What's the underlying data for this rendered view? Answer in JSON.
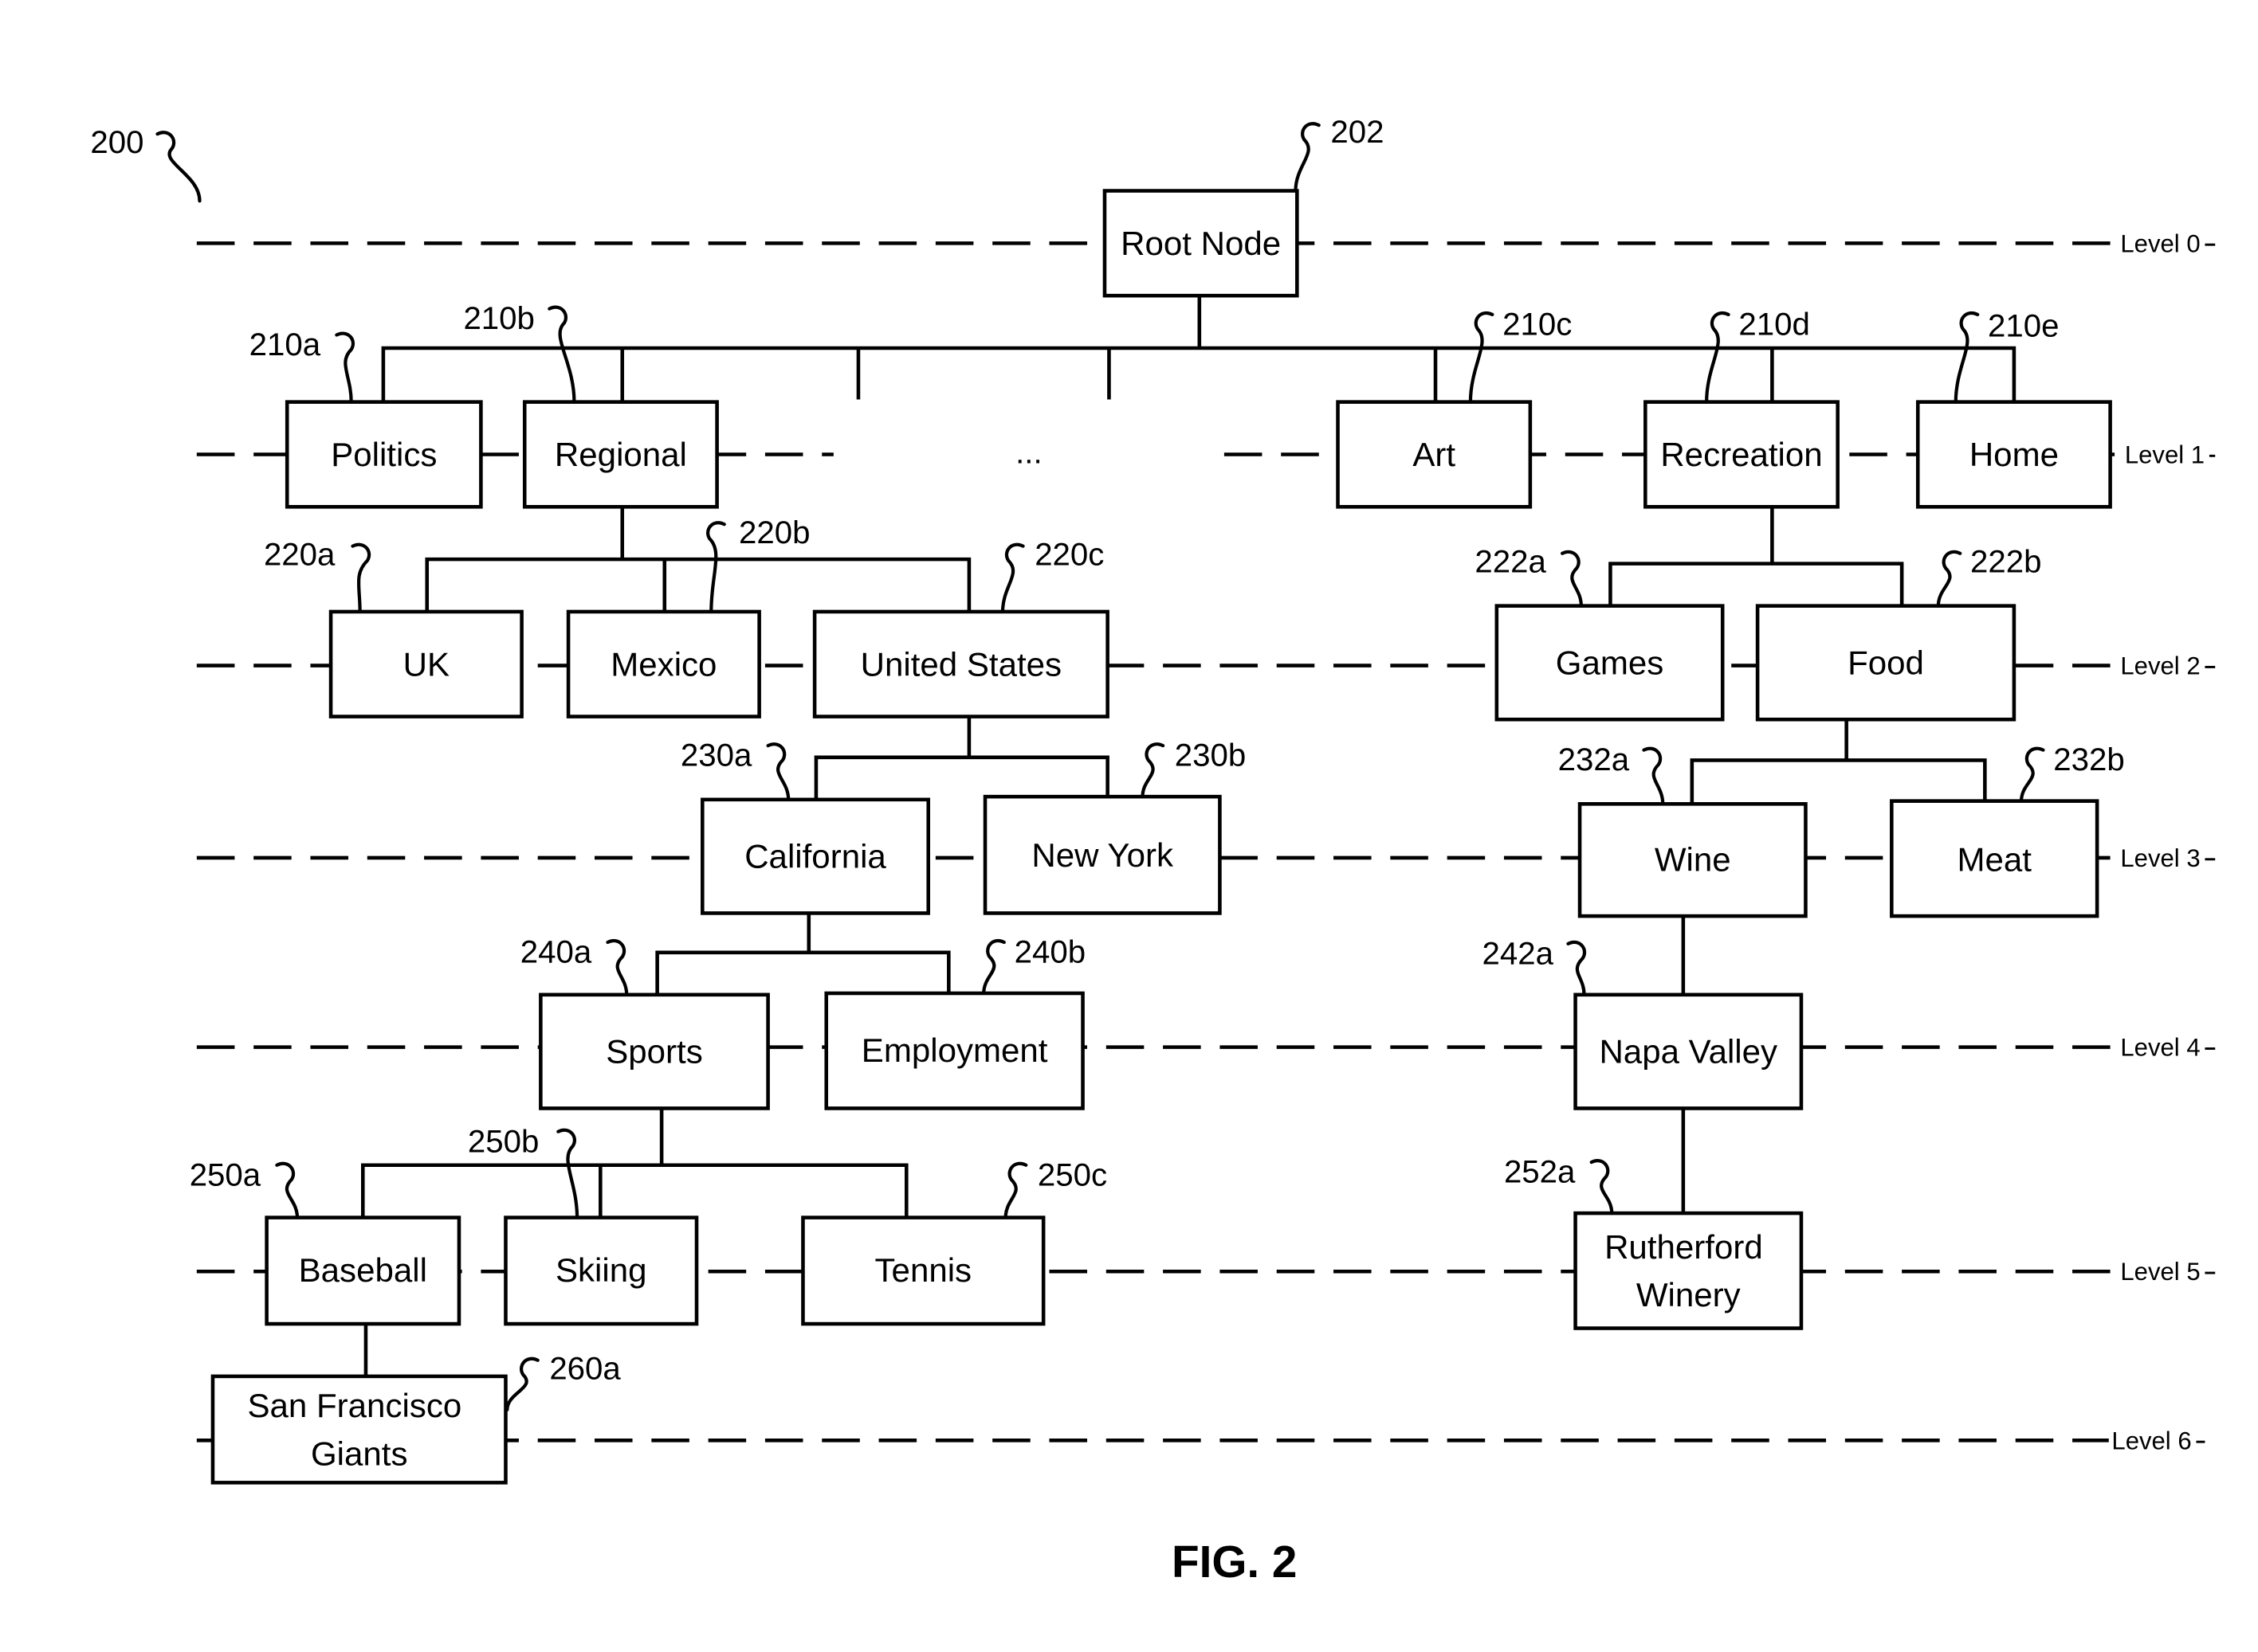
{
  "colors": {
    "line": "#000000",
    "background": "#ffffff"
  },
  "figure": {
    "ref": "200",
    "caption": "FIG. 2"
  },
  "levels": [
    "Level 0",
    "Level 1",
    "Level 2",
    "Level 3",
    "Level 4",
    "Level 5",
    "Level 6"
  ],
  "ellipsis": "...",
  "nodes": {
    "root_node": {
      "label": "Root Node",
      "ref": "202"
    },
    "politics": {
      "label": "Politics",
      "ref": "210a"
    },
    "regional": {
      "label": "Regional",
      "ref": "210b"
    },
    "art": {
      "label": "Art",
      "ref": "210c"
    },
    "recreation": {
      "label": "Recreation",
      "ref": "210d"
    },
    "home": {
      "label": "Home",
      "ref": "210e"
    },
    "uk": {
      "label": "UK",
      "ref": "220a"
    },
    "mexico": {
      "label": "Mexico",
      "ref": "220b"
    },
    "united_states": {
      "label": "United States",
      "ref": "220c"
    },
    "games": {
      "label": "Games",
      "ref": "222a"
    },
    "food": {
      "label": "Food",
      "ref": "222b"
    },
    "california": {
      "label": "California",
      "ref": "230a"
    },
    "new_york": {
      "label": "New York",
      "ref": "230b"
    },
    "wine": {
      "label": "Wine",
      "ref": "232a"
    },
    "meat": {
      "label": "Meat",
      "ref": "232b"
    },
    "sports": {
      "label": "Sports",
      "ref": "240a"
    },
    "employment": {
      "label": "Employment",
      "ref": "240b"
    },
    "napa_valley": {
      "label": "Napa Valley",
      "ref": "242a"
    },
    "baseball": {
      "label": "Baseball",
      "ref": "250a"
    },
    "skiing": {
      "label": "Skiing",
      "ref": "250b"
    },
    "tennis": {
      "label": "Tennis",
      "ref": "250c"
    },
    "rutherford_winery": {
      "label_lines": [
        "Rutherford",
        "Winery"
      ],
      "ref": "252a"
    },
    "san_francisco_giants": {
      "label_lines": [
        "San Francisco",
        "Giants"
      ],
      "ref": "260a"
    }
  }
}
